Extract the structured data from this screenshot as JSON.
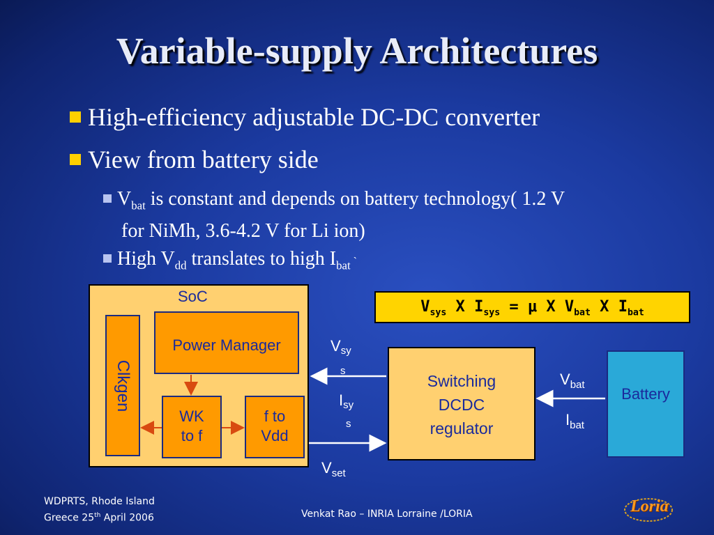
{
  "title": "Variable-supply Architectures",
  "bullets": [
    "High-efficiency adjustable DC-DC converter",
    "View from battery side"
  ],
  "sub1": {
    "v": "V",
    "v_sub": "bat",
    "line1_rest": " is constant and depends on battery technology( 1.2 V",
    "line2": "for NiMh, 3.6-4.2 V for Li ion)"
  },
  "sub2": {
    "pre": "High V",
    "vdd_sub": "dd",
    "mid": " translates to high I",
    "i_sub": "bat",
    "tail": " `"
  },
  "diagram": {
    "soc": "SoC",
    "clkgen": "Clkgen",
    "power_manager": "Power Manager",
    "wk_line1": "WK",
    "wk_line2": "to f",
    "fv_line1": "f to",
    "fv_line2": "Vdd",
    "regulator_line1": "Switching",
    "regulator_line2": "DCDC",
    "regulator_line3": "regulator",
    "battery": "Battery",
    "vsys_v": "V",
    "vsys_sub1": "sy",
    "vsys_sub2": "s",
    "isys_i": "I",
    "isys_sub1": "sy",
    "isys_sub2": "s",
    "vbat_v": "V",
    "vbat_sub": "bat",
    "ibat_i": "I",
    "ibat_sub": "bat",
    "vset_v": "V",
    "vset_sub": "set"
  },
  "equation": {
    "v": "V",
    "sys1": "sys",
    "x1": " X ",
    "i": "I",
    "sys2": "sys",
    "eq": " = μ X ",
    "v2": "V",
    "bat1": "bat",
    "x2": " X ",
    "i2": "I",
    "bat2": "bat"
  },
  "footer": {
    "left_line1": "WDPRTS, Rhode Island",
    "left_line2_pre": "Greece 25",
    "left_line2_sup": "th",
    "left_line2_post": " April 2006",
    "center": "Venkat Rao – INRIA Lorraine /LORIA",
    "logo": "Loria"
  },
  "colors": {
    "bullet_square": "#ffd000",
    "soc_fill": "#ffd070",
    "block_fill": "#ff9a00",
    "battery_fill": "#2aa9d8",
    "equation_fill": "#ffd400"
  }
}
